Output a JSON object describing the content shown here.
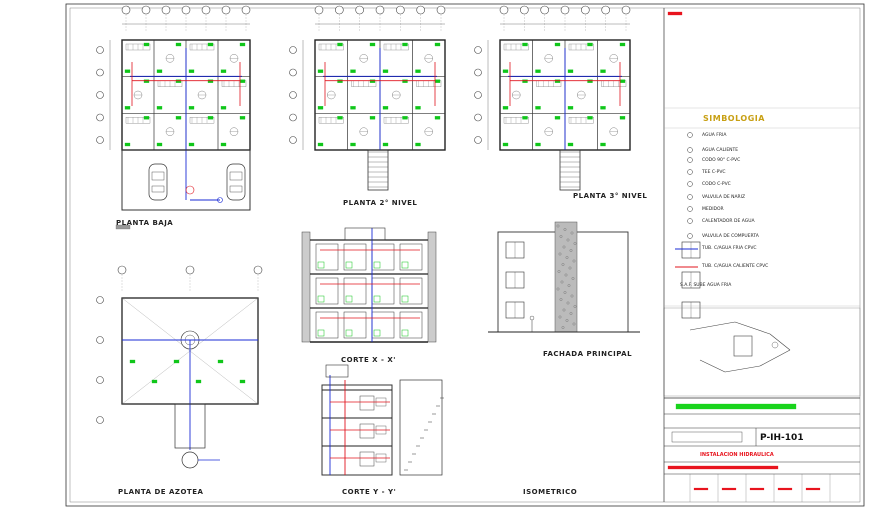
{
  "sheet": {
    "views": {
      "planta_baja": "PLANTA BAJA",
      "planta_2": "PLANTA 2° NIVEL",
      "planta_3": "PLANTA 3° NIVEL",
      "planta_azotea": "PLANTA DE AZOTEA",
      "corte_x": "CORTE  X - X'",
      "corte_y": "CORTE  Y - Y'",
      "fachada": "FACHADA PRINCIPAL",
      "isometrico": "ISOMETRICO"
    },
    "legend": {
      "title": "SIMBOLOGIA",
      "items": [
        "AGUA FRIA",
        "AGUA CALIENTE",
        "CODO  90° C-PVC",
        "TEE C-PVC",
        "CODO C-PVC",
        "VALVULA DE NARIZ",
        "MEDIDOR",
        "CALENTADOR DE AGUA",
        "VALVULA DE COMPUERTA",
        "TUB. C/AGUA FRIA CPVC",
        "TUB. C/AGUA CALIENTE CPVC",
        "S.A.F.   SUBE AGUA FRIA"
      ]
    },
    "title_block": {
      "plan_code": "P-IH-101",
      "project_line": "INSTALACION HIDRAULICA"
    },
    "colors": {
      "cold_water": "#1a2bd6",
      "hot_water": "#e0141e",
      "fixtures": "#10c61a",
      "linework": "#333333",
      "title_red": "#e8141e",
      "title_green": "#19d41c"
    }
  }
}
